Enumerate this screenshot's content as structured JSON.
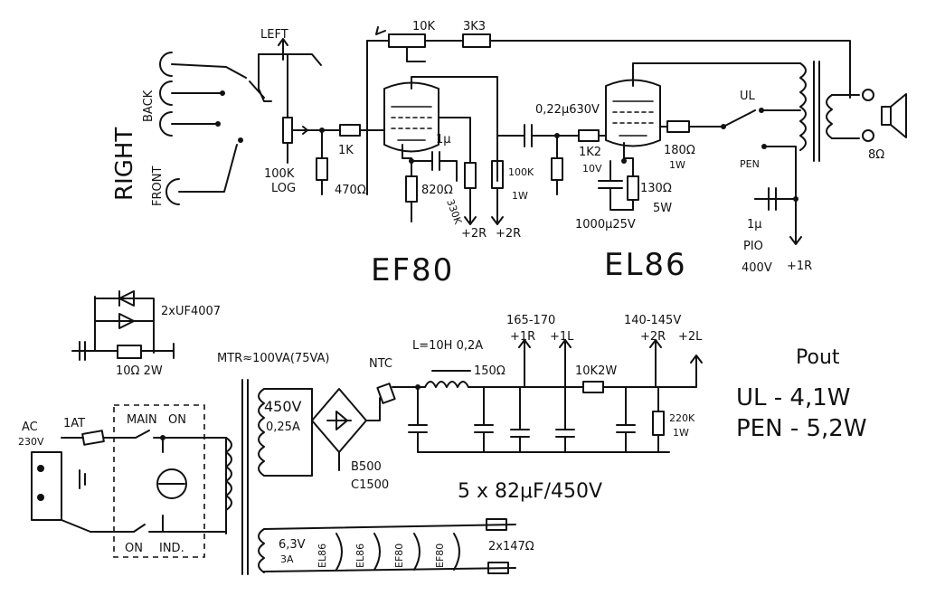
{
  "signal": {
    "inputs": {
      "right": "RIGHT",
      "back": "BACK",
      "front": "FRONT",
      "left": "LEFT"
    },
    "volume_pot": {
      "value": "100K",
      "taper": "LOG"
    },
    "grid_stopper": "1K",
    "grid_leak": "470Ω",
    "feedback_pot": "10K",
    "feedback_resistor": "3K3",
    "ef80": {
      "name": "EF80",
      "cathode_resistor": "820Ω",
      "cathode_cap": "1μ",
      "screen_resistor": "330K",
      "anode_resistor_value": "100K",
      "anode_resistor_power": "1W",
      "supply_screen": "+2R",
      "supply_anode": "+2R"
    },
    "coupling_cap": "0,22μ630V",
    "el86": {
      "name": "EL86",
      "grid_stopper": "1K2",
      "cathode_resistor_value": "130Ω",
      "cathode_resistor_power": "5W",
      "cathode_cap": "1000μ25V",
      "cathode_cap_voltage": "10V",
      "screen_stopper_value": "180Ω",
      "screen_stopper_power": "1W"
    },
    "switch": {
      "ul": "UL",
      "pen": "PEN"
    },
    "screen_bypass": {
      "value": "1μ",
      "type": "PIO",
      "voltage": "400V"
    },
    "supply_screen": "+1R",
    "speaker": "8Ω"
  },
  "power": {
    "snubber_diodes": "2xUF4007",
    "fuse_resistor": "10Ω 2W",
    "transformer": "MTR≈100VA(75VA)",
    "ntc": "NTC",
    "ac_input": {
      "label": "AC",
      "voltage": "230V"
    },
    "fuse": "1AT",
    "mains_switch": {
      "main": "MAIN",
      "on": "ON",
      "on_bottom": "ON",
      "ind": "IND."
    },
    "secondary_hv": {
      "voltage": "450V",
      "current": "0,25A"
    },
    "bridge": {
      "name": "B500",
      "rating": "C1500"
    },
    "choke": "L=10H 0,2A",
    "choke_resistor": "150Ω",
    "rail1": {
      "voltage": "165-170",
      "r": "+1R",
      "l": "+1L"
    },
    "series_resistor": "10K2W",
    "rail2": {
      "voltage": "140-145V",
      "r": "+2R",
      "l": "+2L"
    },
    "bleeder": {
      "value": "220K",
      "power": "1W"
    },
    "caps": "5 x 82μF/450V",
    "heater": {
      "voltage": "6,3V",
      "current": "3A",
      "tubes": [
        "EL86",
        "EL86",
        "EF80",
        "EF80"
      ]
    },
    "heater_resistors": "2x147Ω"
  },
  "output": {
    "title": "Pout",
    "ul": "UL - 4,1W",
    "pen": "PEN - 5,2W"
  }
}
